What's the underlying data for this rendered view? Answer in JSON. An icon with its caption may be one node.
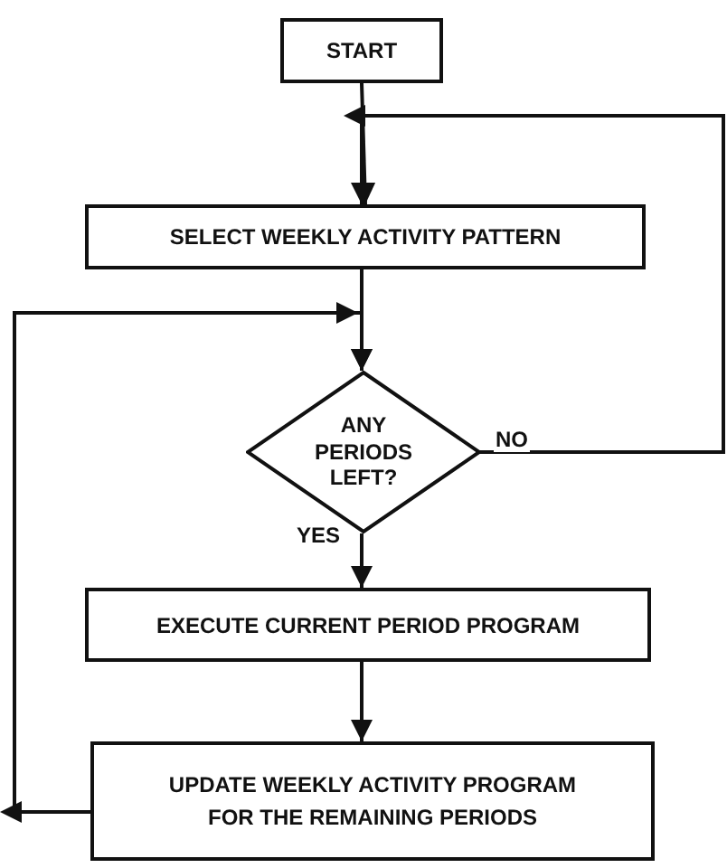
{
  "diagram": {
    "nodes": [
      {
        "text": [
          "START"
        ]
      },
      {
        "text": [
          "SELECT WEEKLY ACTIVITY PATTERN"
        ]
      },
      {
        "text": [
          "ANY PERIODS LEFT?"
        ]
      },
      {
        "text": [
          "EXECUTE CURRENT PERIOD PROGRAM"
        ]
      },
      {
        "text": [
          "UPDATE WEEKLY ACTIVITY PROGRAM FOR THE REMAINING PERIODS"
        ]
      }
    ],
    "edges": [
      {
        "from": 0,
        "to": 1,
        "arrow": "to"
      },
      {
        "from": 1,
        "to": 2,
        "arrow": "to"
      },
      {
        "from": 2,
        "to": 3,
        "arrow": "to",
        "label": "YES"
      },
      {
        "from": 3,
        "to": 4,
        "arrow": "to"
      },
      {
        "from": 4,
        "to": 2,
        "arrow": "to"
      },
      {
        "from": 2,
        "to": 1,
        "arrow": "to",
        "label": "NO"
      }
    ]
  }
}
